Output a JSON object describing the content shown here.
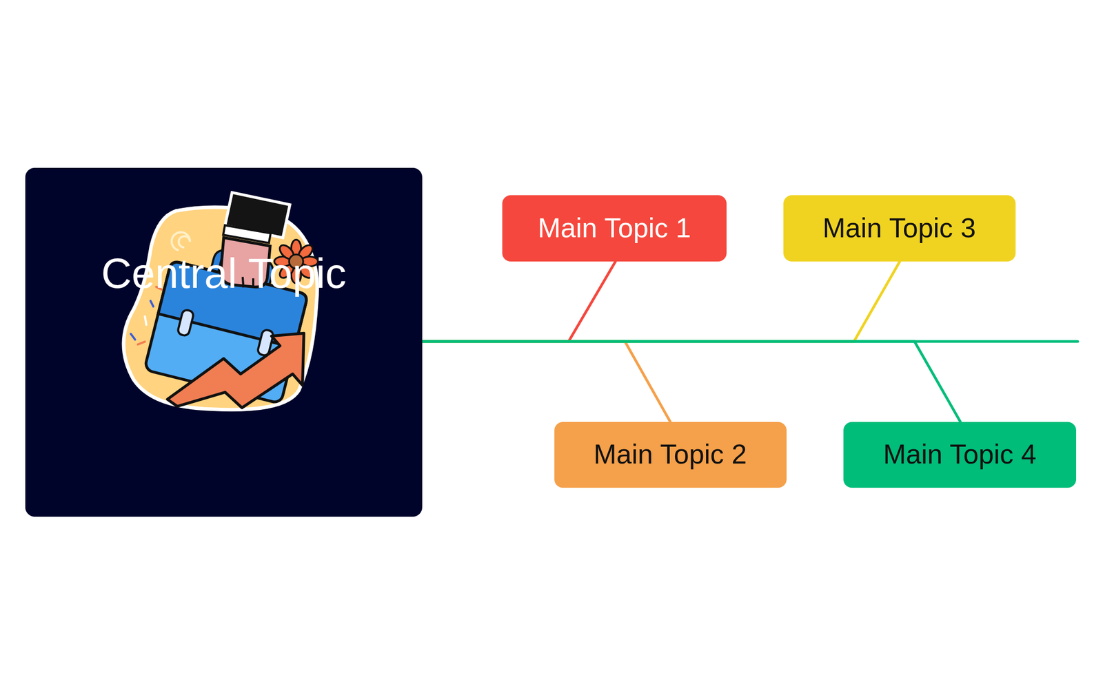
{
  "diagram": {
    "nodes": [
      {
        "text": [
          "Central Topic"
        ]
      },
      {
        "text": [
          "Main Topic 1"
        ]
      },
      {
        "text": [
          "Main Topic 2"
        ]
      },
      {
        "text": [
          "Main Topic 3"
        ]
      },
      {
        "text": [
          "Main Topic 4"
        ]
      }
    ],
    "edges": [
      {
        "from": 1,
        "to": 0,
        "arrow": "none"
      },
      {
        "from": 2,
        "to": 0,
        "arrow": "none"
      },
      {
        "from": 3,
        "to": 0,
        "arrow": "none"
      },
      {
        "from": 4,
        "to": 0,
        "arrow": "none"
      }
    ]
  }
}
